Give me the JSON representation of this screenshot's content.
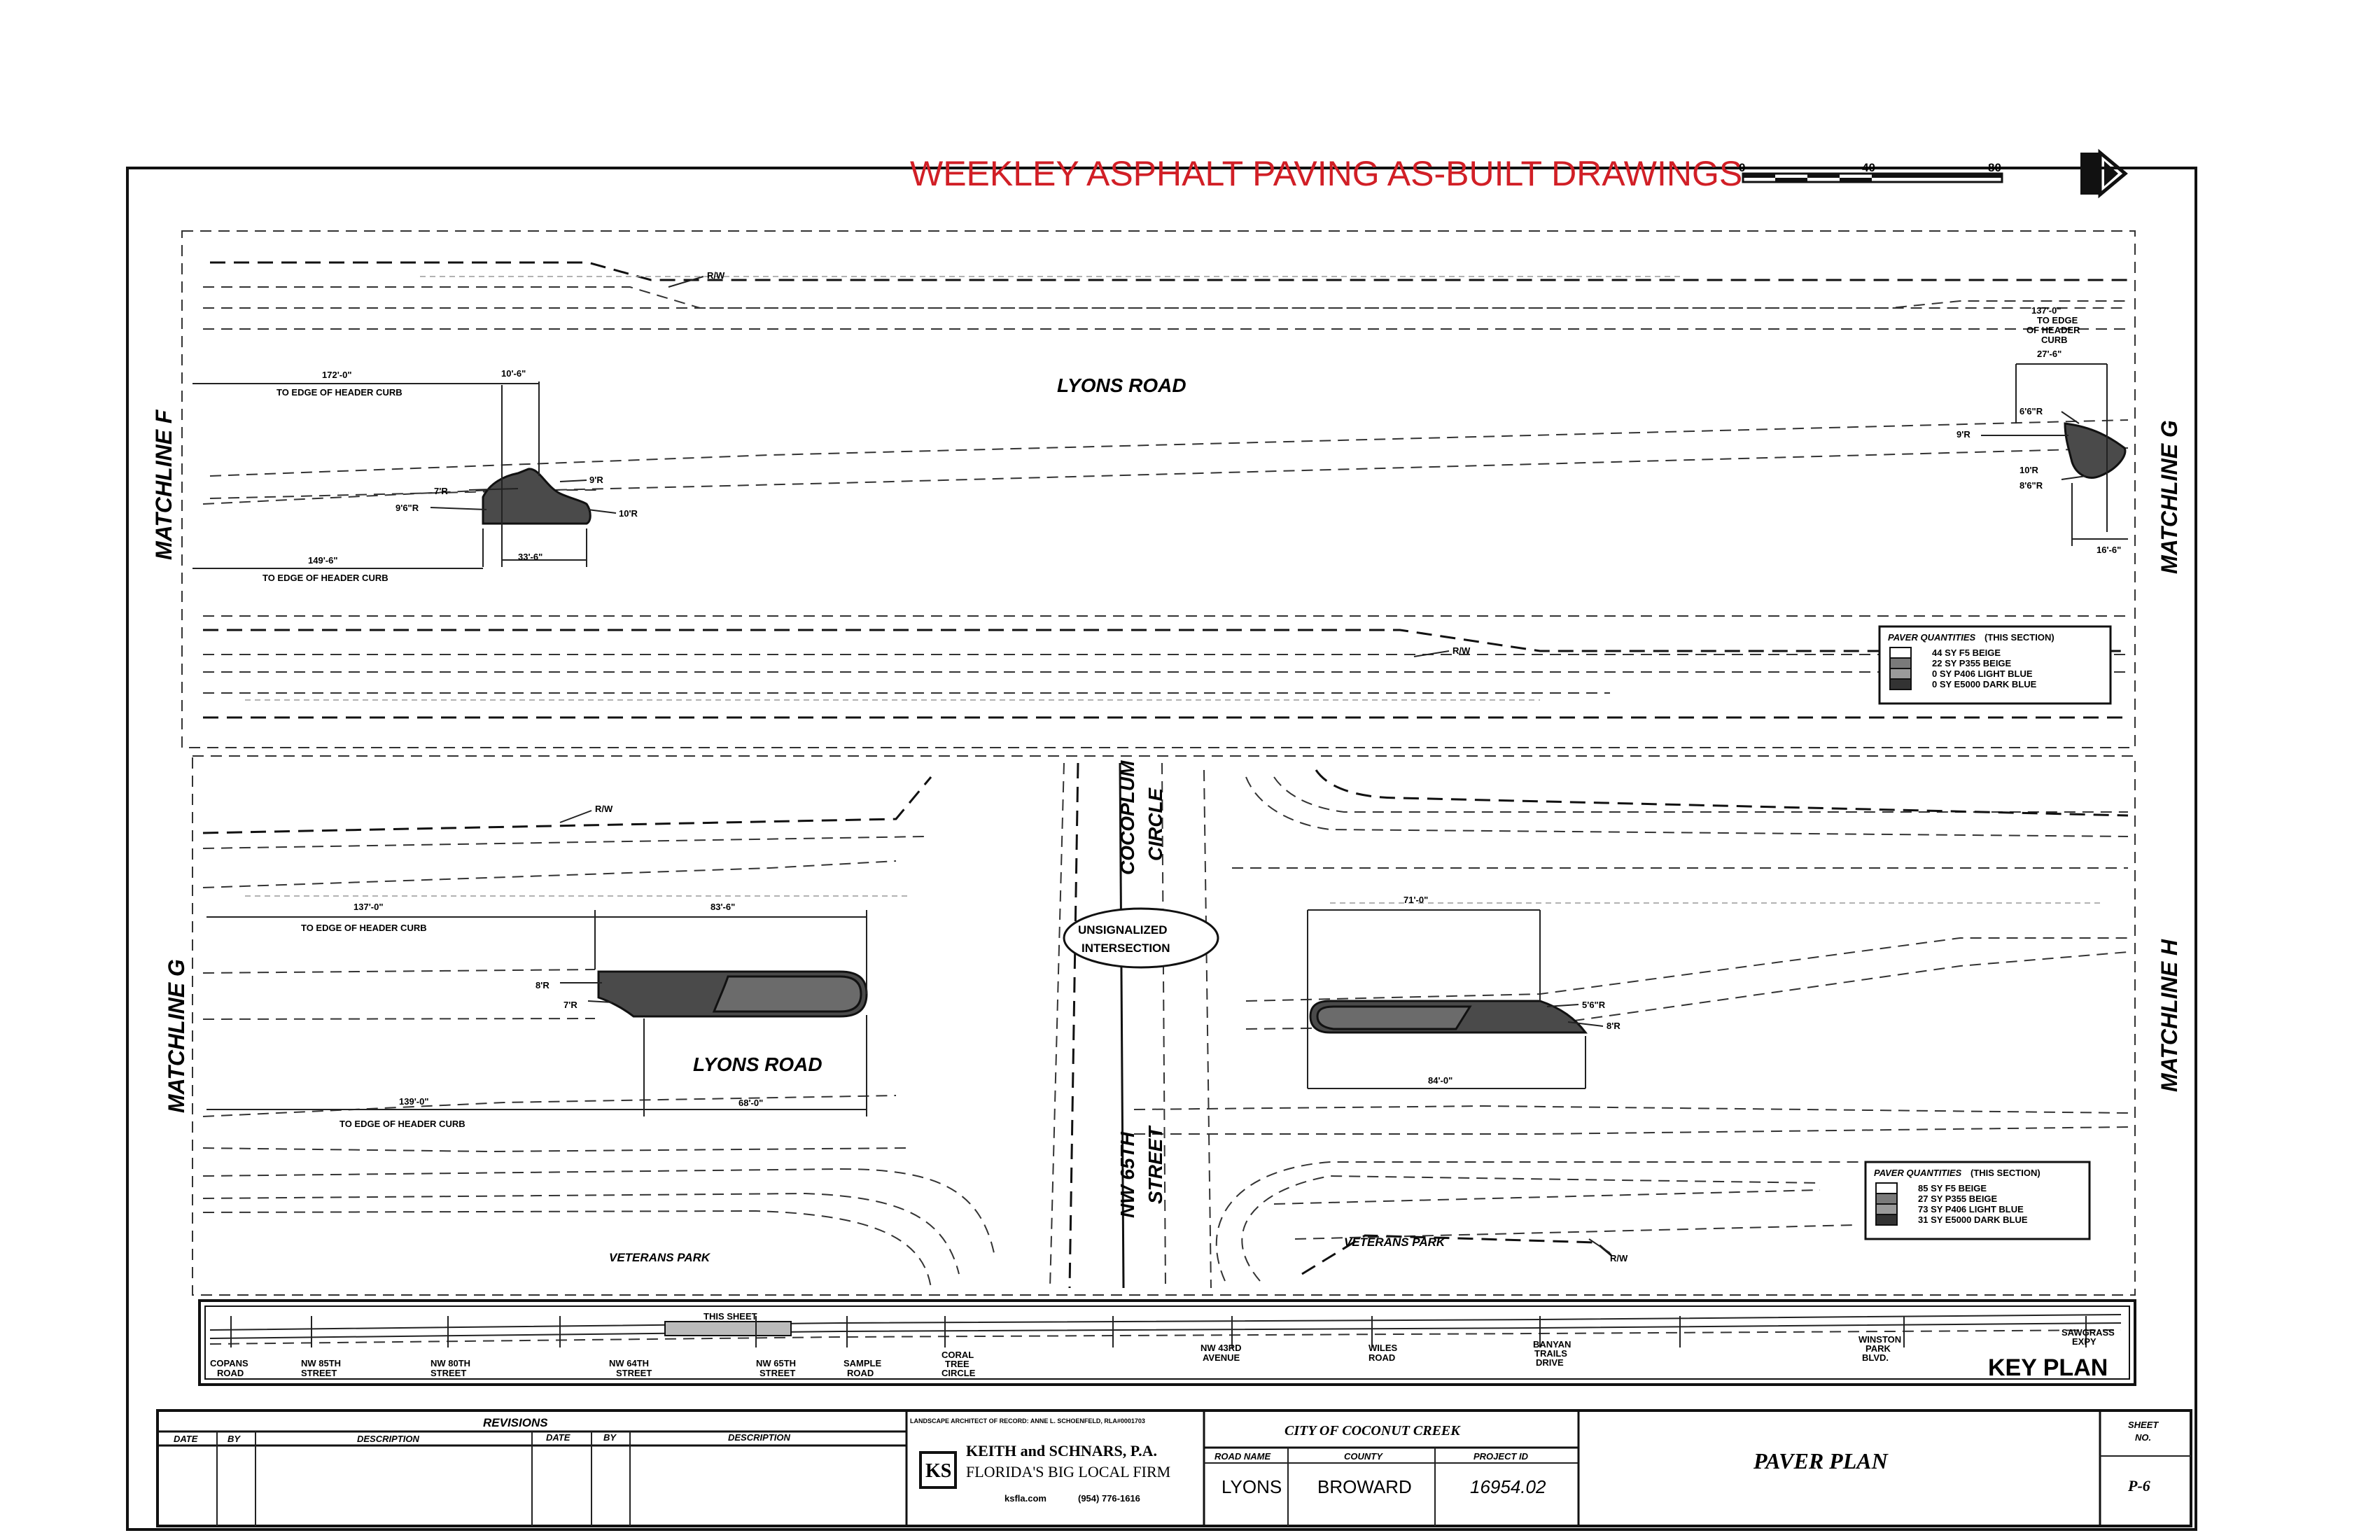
{
  "header": {
    "title": "WEEKLEY ASPHALT PAVING AS-BUILT DRAWINGS",
    "scale_labels": [
      "0",
      "40",
      "80"
    ]
  },
  "top_panel": {
    "matchline_left": "MATCHLINE F",
    "matchline_right": "MATCHLINE G",
    "road_label": "LYONS ROAD",
    "rw_labels": [
      "R/W",
      "R/W"
    ],
    "dims_left": {
      "top_dim": "172'-0\"",
      "top_dim_note": "TO EDGE OF HEADER CURB",
      "width_top": "10'-6\"",
      "r1": "9'R",
      "r2": "7'R",
      "r3": "9'6\"R",
      "r4": "10'R",
      "bottom_width": "33'-6\"",
      "bottom_dim": "149'-6\"",
      "bottom_dim_note": "TO EDGE OF HEADER CURB"
    },
    "dims_right": {
      "top_dim": "137'-0\"",
      "top_note_1": "TO EDGE",
      "top_note_2": "OF HEADER",
      "top_note_3": "CURB",
      "width_top": "27'-6\"",
      "r1": "6'6\"R",
      "r2": "9'R",
      "r3": "10'R",
      "r4": "8'6\"R",
      "bottom_width": "16'-6\""
    },
    "quantities": {
      "heading": "PAVER QUANTITIES",
      "heading_sub": "(THIS SECTION)",
      "rows": [
        "44 SY  F5 BEIGE",
        "22 SY  P355 BEIGE",
        "0 SY  P406 LIGHT BLUE",
        "0 SY  E5000 DARK BLUE"
      ]
    }
  },
  "bottom_panel": {
    "matchline_left": "MATCHLINE G",
    "matchline_right": "MATCHLINE H",
    "road_label": "LYONS ROAD",
    "cross_street_1": "COCOPLUM",
    "cross_street_2": "CIRCLE",
    "cross_street_3": "NW 65TH",
    "cross_street_4": "STREET",
    "intersection_1": "UNSIGNALIZED",
    "intersection_2": "INTERSECTION",
    "park_left": "VETERANS PARK",
    "park_right": "VETERANS PARK",
    "rw_labels": [
      "R/W",
      "R/W"
    ],
    "dims_left": {
      "top_dim": "137'-0\"",
      "top_dim_note": "TO EDGE OF HEADER CURB",
      "width_top": "83'-6\"",
      "r1": "8'R",
      "r2": "7'R",
      "bottom_dim": "139'-0\"",
      "bottom_dim_note": "TO EDGE OF HEADER CURB",
      "bottom_width": "68'-0\""
    },
    "dims_right": {
      "top_width": "71'-0\"",
      "r1": "5'6\"R",
      "r2": "8'R",
      "bottom_width": "84'-0\""
    },
    "quantities": {
      "heading": "PAVER QUANTITIES",
      "heading_sub": "(THIS SECTION)",
      "rows": [
        "85 SY  F5 BEIGE",
        "27 SY  P355 BEIGE",
        "73 SY  P406 LIGHT BLUE",
        "31 SY  E5000 DARK BLUE"
      ]
    }
  },
  "key_plan": {
    "title": "KEY PLAN",
    "this_sheet": "THIS SHEET",
    "stations": [
      {
        "l1": "COPANS",
        "l2": "ROAD"
      },
      {
        "l1": "NW 85TH",
        "l2": "STREET"
      },
      {
        "l1": "NW 80TH",
        "l2": "STREET"
      },
      {
        "l1": "NW 64TH",
        "l2": "STREET"
      },
      {
        "l1": "NW 65TH",
        "l2": "STREET"
      },
      {
        "l1": "SAMPLE",
        "l2": "ROAD"
      },
      {
        "l1": "CORAL",
        "l2": "TREE",
        "l3": "CIRCLE"
      },
      {
        "l1": "NW 43RD",
        "l2": "AVENUE"
      },
      {
        "l1": "WILES",
        "l2": "ROAD"
      },
      {
        "l1": "BANYAN",
        "l2": "TRAILS",
        "l3": "DRIVE"
      },
      {
        "l1": "WINSTON",
        "l2": "PARK",
        "l3": "BLVD."
      },
      {
        "l1": "SAWGRASS",
        "l2": "EXPY"
      }
    ]
  },
  "title_block": {
    "revisions": "REVISIONS",
    "col_date": "DATE",
    "col_by": "BY",
    "col_description": "DESCRIPTION",
    "landscape_note": "LANDSCAPE ARCHITECT OF RECORD: ANNE L. SCHOENFELD, RLA#0001703",
    "firm_name": "KEITH and SCHNARS, P.A.",
    "firm_tagline": "FLORIDA'S BIG LOCAL FIRM",
    "logo_letters": "KS",
    "firm_web": "ksfla.com",
    "firm_phone": "(954) 776-1616",
    "client": "CITY OF COCONUT CREEK",
    "col_road": "ROAD NAME",
    "col_county": "COUNTY",
    "col_project": "PROJECT ID",
    "road_value": "LYONS",
    "county_value": "BROWARD",
    "project_value": "16954.02",
    "sheet_title": "PAVER PLAN",
    "sheet_label_1": "SHEET",
    "sheet_label_2": "NO.",
    "sheet_no": "P-6"
  }
}
